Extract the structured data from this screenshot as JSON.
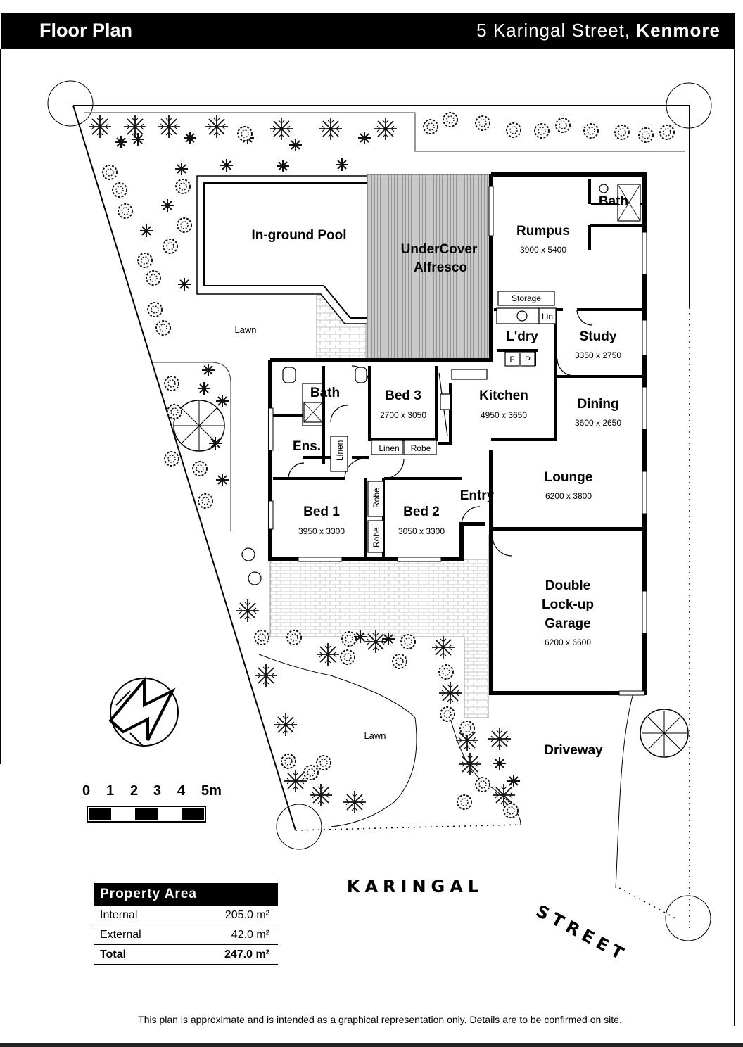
{
  "header": {
    "title": "Floor Plan",
    "address_street": "5 Karingal Street,",
    "address_suburb": "Kenmore"
  },
  "rooms": {
    "pool": {
      "name": "In-ground Pool"
    },
    "alfresco": {
      "name_line1": "UnderCover",
      "name_line2": "Alfresco"
    },
    "rumpus": {
      "name": "Rumpus",
      "dims": "3900 x 5400"
    },
    "bath_upper": {
      "name": "Bath"
    },
    "storage": {
      "name": "Storage"
    },
    "lin_upper": {
      "name": "Lin"
    },
    "laundry": {
      "name": "L'dry"
    },
    "study": {
      "name": "Study",
      "dims": "3350 x 2750"
    },
    "fridge": {
      "name": "F"
    },
    "pantry": {
      "name": "P"
    },
    "bath": {
      "name": "Bath"
    },
    "bed3": {
      "name": "Bed 3",
      "dims": "2700 x 3050"
    },
    "kitchen": {
      "name": "Kitchen",
      "dims": "4950 x 3650"
    },
    "dining": {
      "name": "Dining",
      "dims": "3600 x 2650"
    },
    "ensuite": {
      "name": "Ens."
    },
    "linen_v": {
      "name": "Linen"
    },
    "linen_h": {
      "name": "Linen"
    },
    "robe_bed3": {
      "name": "Robe"
    },
    "lounge": {
      "name": "Lounge",
      "dims": "6200 x 3800"
    },
    "bed1": {
      "name": "Bed 1",
      "dims": "3950 x 3300"
    },
    "robe_a": {
      "name": "Robe"
    },
    "robe_b": {
      "name": "Robe"
    },
    "bed2": {
      "name": "Bed 2",
      "dims": "3050 x 3300"
    },
    "entry": {
      "name": "Entry"
    },
    "garage": {
      "name_line1": "Double",
      "name_line2": "Lock-up",
      "name_line3": "Garage",
      "dims": "6200 x 6600"
    }
  },
  "site": {
    "lawn_upper": "Lawn",
    "lawn_lower": "Lawn",
    "driveway": "Driveway",
    "street_a": "KARINGAL",
    "street_b": "STREET"
  },
  "scale": {
    "labels": [
      "0",
      "1",
      "2",
      "3",
      "4",
      "5m"
    ]
  },
  "property_area": {
    "title": "Property Area",
    "rows": [
      {
        "label": "Internal",
        "value": "205.0 m²"
      },
      {
        "label": "External",
        "value": "42.0 m²"
      }
    ],
    "total": {
      "label": "Total",
      "value": "247.0 m²"
    }
  },
  "disclaimer": "This plan is approximate and is intended as a graphical representation only.  Details are to be confirmed on site."
}
